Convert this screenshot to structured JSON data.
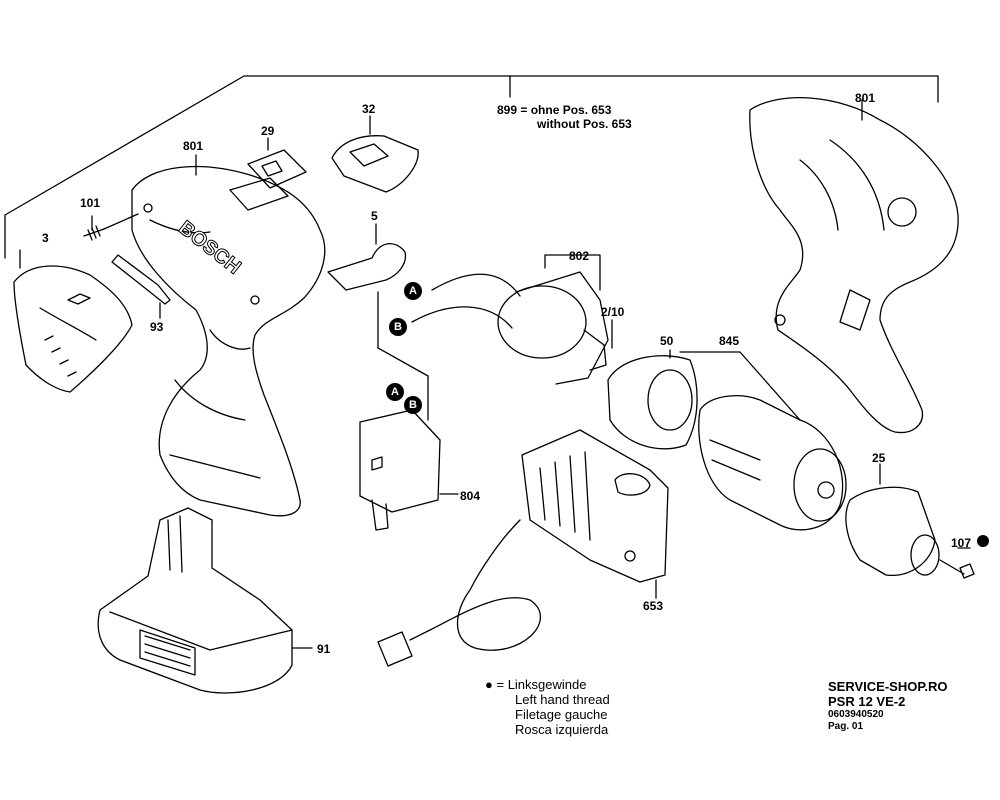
{
  "note": {
    "line1": "899 = ohne Pos. 653",
    "line2": "without Pos. 653"
  },
  "parts": {
    "p801a": "801",
    "p801b": "801",
    "p29": "29",
    "p32": "32",
    "p101": "101",
    "p3": "3",
    "p5": "5",
    "p93": "93",
    "p802": "802",
    "p2_10": "2/10",
    "p50": "50",
    "p845": "845",
    "p804": "804",
    "p25": "25",
    "p107": "107",
    "p653": "653",
    "p91": "91"
  },
  "connectors": {
    "a": "A",
    "b": "B"
  },
  "legend": {
    "bullet": "●",
    "de": "= Linksgewinde",
    "en": "Left hand thread",
    "fr": "Filetage gauche",
    "es": "Rosca izquierda"
  },
  "footer": {
    "shop": "SERVICE-SHOP.RO",
    "model": "PSR 12 VE-2",
    "code": "0603940520",
    "page": "Pag. 01"
  },
  "brand": {
    "logo_text": "BOSCH"
  }
}
